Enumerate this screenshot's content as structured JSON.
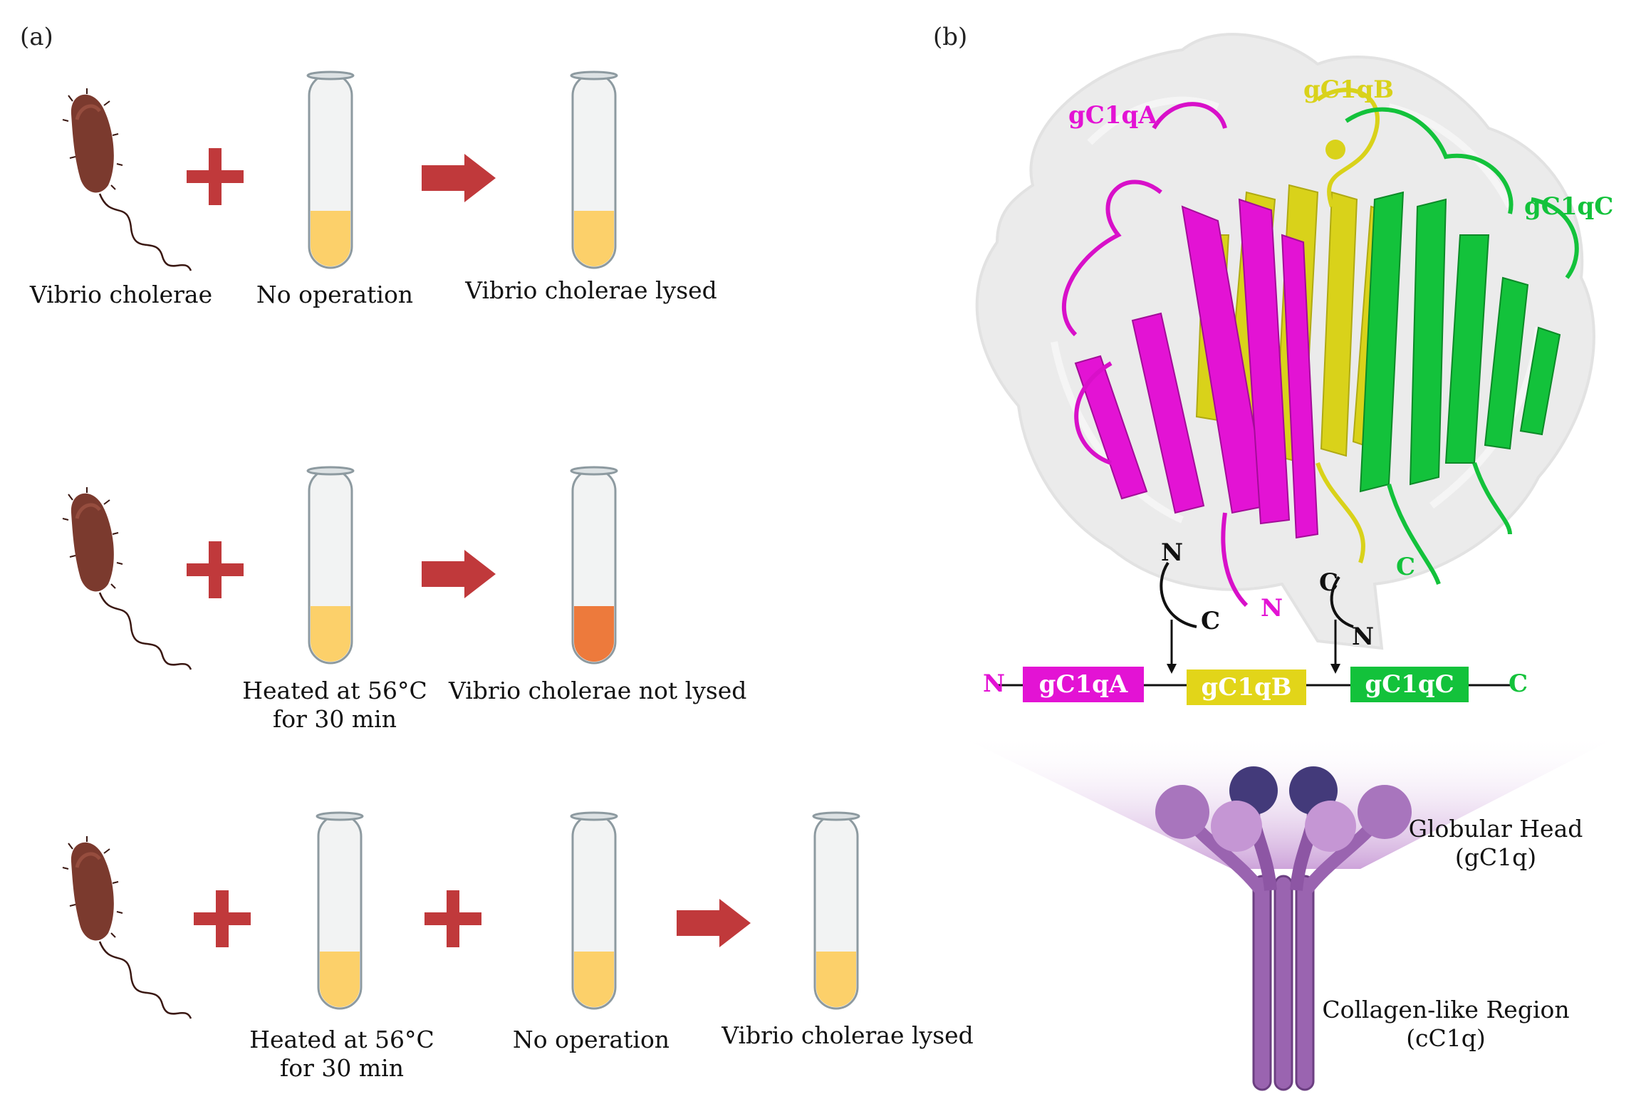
{
  "panels": {
    "a": "(a)",
    "b": "(b)"
  },
  "row1": {
    "bacterium": "Vibrio cholerae",
    "tube1": "No operation",
    "result": "Vibrio cholerae lysed"
  },
  "row2": {
    "tube1_line1": "Heated at 56°C",
    "tube1_line2": "for 30 min",
    "result": "Vibrio cholerae not lysed"
  },
  "row3": {
    "tube1_line1": "Heated at 56°C",
    "tube1_line2": "for 30 min",
    "tube2": "No operation",
    "result": "Vibrio cholerae lysed"
  },
  "structure": {
    "chain_a": "gC1qA",
    "chain_b": "gC1qB",
    "chain_c": "gC1qC",
    "n_term": "N",
    "c_term": "C"
  },
  "gene": {
    "n": "N",
    "a": "gC1qA",
    "b": "gC1qB",
    "c": "gC1qC",
    "c_end": "C"
  },
  "c1q": {
    "head_line1": "Globular Head",
    "head_line2": "(gC1q)",
    "tail_line1": "Collagen-like Region",
    "tail_line2": "(cC1q)"
  },
  "colors": {
    "arrow": "#c0393b",
    "bacterium": "#7b3a2e",
    "fluid": "#fcd06a",
    "fluid_not_lysed": "#ed7a3c",
    "magenta": "#e313d4",
    "yellow": "#d9d21a",
    "green": "#13c23b",
    "purple": "#9a64b0",
    "dark_purple": "#433a7a"
  }
}
